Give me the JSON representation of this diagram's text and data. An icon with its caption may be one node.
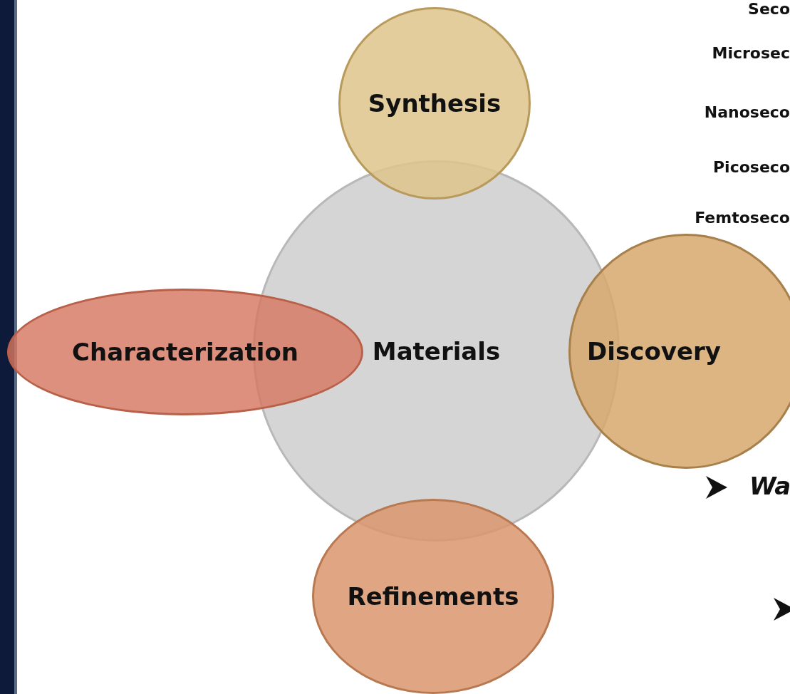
{
  "diagram": {
    "nodes": [
      {
        "text": [
          "Synthesis"
        ]
      },
      {
        "text": [
          "Characterization"
        ]
      },
      {
        "text": [
          "Materials"
        ]
      },
      {
        "text": [
          "Discovery"
        ]
      },
      {
        "text": [
          "Refinements"
        ]
      }
    ],
    "labels": [
      "Seco",
      "Microsec",
      "Nanoseco",
      "Picoseco",
      "Femtoseco",
      "Wa"
    ]
  }
}
